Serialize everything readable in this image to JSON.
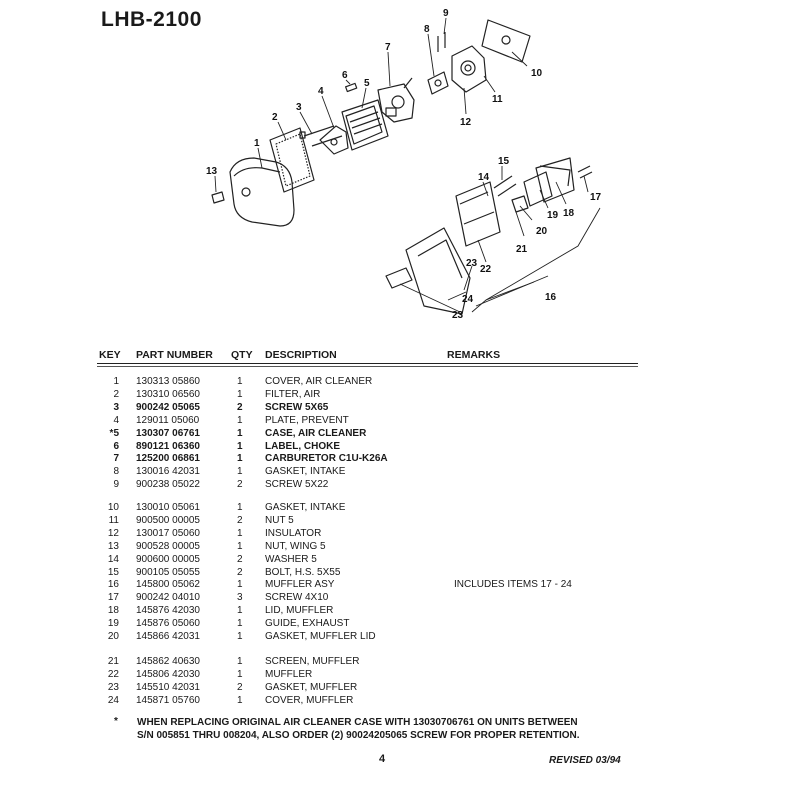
{
  "title": "LHB-2100",
  "callouts": [
    "1",
    "2",
    "3",
    "4",
    "5",
    "6",
    "7",
    "8",
    "9",
    "10",
    "11",
    "12",
    "13",
    "14",
    "15",
    "16",
    "17",
    "18",
    "19",
    "20",
    "21",
    "22",
    "23",
    "24",
    "23"
  ],
  "table": {
    "headers": {
      "key": "KEY",
      "part": "PART NUMBER",
      "qty": "QTY",
      "desc": "DESCRIPTION",
      "remarks": "REMARKS"
    },
    "groups": [
      [
        {
          "key": "1",
          "part": "130313 05860",
          "qty": "1",
          "desc": "COVER, AIR CLEANER",
          "remarks": "",
          "bold": false
        },
        {
          "key": "2",
          "part": "130310 06560",
          "qty": "1",
          "desc": "FILTER, AIR",
          "remarks": "",
          "bold": false
        },
        {
          "key": "3",
          "part": "900242 05065",
          "qty": "2",
          "desc": "SCREW  5X65",
          "remarks": "",
          "bold": true
        },
        {
          "key": "4",
          "part": "129011 05060",
          "qty": "1",
          "desc": "PLATE, PREVENT",
          "remarks": "",
          "bold": false
        },
        {
          "key": "*5",
          "part": "130307 06761",
          "qty": "1",
          "desc": "CASE, AIR CLEANER",
          "remarks": "",
          "bold": true
        },
        {
          "key": "6",
          "part": "890121 06360",
          "qty": "1",
          "desc": "LABEL, CHOKE",
          "remarks": "",
          "bold": true
        },
        {
          "key": "7",
          "part": "125200 06861",
          "qty": "1",
          "desc": "CARBURETOR  C1U-K26A",
          "remarks": "",
          "bold": true
        },
        {
          "key": "8",
          "part": "130016 42031",
          "qty": "1",
          "desc": "GASKET, INTAKE",
          "remarks": "",
          "bold": false
        },
        {
          "key": "9",
          "part": "900238 05022",
          "qty": "2",
          "desc": "SCREW  5X22",
          "remarks": "",
          "bold": false
        }
      ],
      [
        {
          "key": "10",
          "part": "130010 05061",
          "qty": "1",
          "desc": "GASKET, INTAKE",
          "remarks": "",
          "bold": false
        },
        {
          "key": "11",
          "part": "900500 00005",
          "qty": "2",
          "desc": "NUT  5",
          "remarks": "",
          "bold": false
        },
        {
          "key": "12",
          "part": "130017 05060",
          "qty": "1",
          "desc": "INSULATOR",
          "remarks": "",
          "bold": false
        },
        {
          "key": "13",
          "part": "900528 00005",
          "qty": "1",
          "desc": "NUT, WING  5",
          "remarks": "",
          "bold": false
        },
        {
          "key": "14",
          "part": "900600 00005",
          "qty": "2",
          "desc": "WASHER  5",
          "remarks": "",
          "bold": false
        },
        {
          "key": "15",
          "part": "900105 05055",
          "qty": "2",
          "desc": "BOLT, H.S.  5X55",
          "remarks": "",
          "bold": false
        },
        {
          "key": "16",
          "part": "145800 05062",
          "qty": "1",
          "desc": "MUFFLER ASY",
          "remarks": "INCLUDES ITEMS 17 - 24",
          "bold": false
        },
        {
          "key": "17",
          "part": "900242 04010",
          "qty": "3",
          "desc": "SCREW  4X10",
          "remarks": "",
          "bold": false
        },
        {
          "key": "18",
          "part": "145876 42030",
          "qty": "1",
          "desc": "LID, MUFFLER",
          "remarks": "",
          "bold": false
        },
        {
          "key": "19",
          "part": "145876 05060",
          "qty": "1",
          "desc": "GUIDE, EXHAUST",
          "remarks": "",
          "bold": false
        },
        {
          "key": "20",
          "part": "145866 42031",
          "qty": "1",
          "desc": "GASKET, MUFFLER LID",
          "remarks": "",
          "bold": false
        }
      ],
      [
        {
          "key": "21",
          "part": "145862 40630",
          "qty": "1",
          "desc": "SCREEN, MUFFLER",
          "remarks": "",
          "bold": false
        },
        {
          "key": "22",
          "part": "145806 42030",
          "qty": "1",
          "desc": "MUFFLER",
          "remarks": "",
          "bold": false
        },
        {
          "key": "23",
          "part": "145510 42031",
          "qty": "2",
          "desc": "GASKET, MUFFLER",
          "remarks": "",
          "bold": false
        },
        {
          "key": "24",
          "part": "145871 05760",
          "qty": "1",
          "desc": "COVER, MUFFLER",
          "remarks": "",
          "bold": false
        }
      ]
    ]
  },
  "footnote": {
    "symbol": "*",
    "line1": "WHEN REPLACING ORIGINAL AIR CLEANER CASE WITH 13030706761 ON UNITS BETWEEN",
    "line2": "S/N 005851 THRU 008204, ALSO ORDER (2) 90024205065 SCREW FOR PROPER RETENTION."
  },
  "page_number": "4",
  "revised": "REVISED 03/94"
}
